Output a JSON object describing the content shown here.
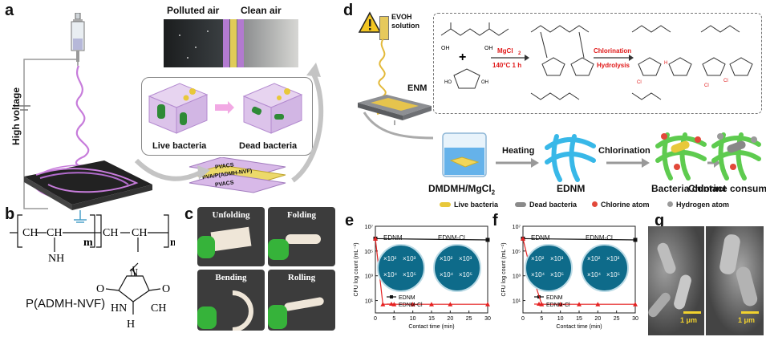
{
  "panels": {
    "a": {
      "label": "a",
      "side_label": "High voltage",
      "top_labels": {
        "polluted": "Polluted air",
        "clean": "Clean air"
      },
      "bacteria_labels": {
        "live": "Live bacteria",
        "dead": "Dead bacteria"
      },
      "layer_labels": [
        "PVACS",
        "PVA/P(ADMH-NVF)",
        "PVACS"
      ]
    },
    "b": {
      "label": "b",
      "formula_name": "P(ADMH-NVF)",
      "parts": {
        "ch2_a": "CH",
        "ch_a": "CH",
        "nh2": "NH",
        "m": "m",
        "ch2_b": "CH",
        "ch_b": "CH",
        "n": "n",
        "o1": "O",
        "o2": "O",
        "n_ring": "N",
        "hn": "HN",
        "ch3": "CH",
        "h3c": "H"
      }
    },
    "c": {
      "label": "c",
      "photos": [
        "Unfolding",
        "Folding",
        "Bending",
        "Rolling"
      ]
    },
    "d": {
      "label": "d",
      "solution": "EVOH solution",
      "membrane": "ENM",
      "reagent": "MgCl",
      "conditions": "140°C   1 h",
      "step2": "Chlorination",
      "step2b": "Hydrolysis",
      "flow": {
        "beaker": "DMDMH/MgCl",
        "heating": "Heating",
        "ednm": "EDNM",
        "chlorination": "Chlorination",
        "contact": "Bacteria contact",
        "consumed": "Chlorine consumed"
      },
      "legend": [
        "Live bacteria",
        "Dead bacteria",
        "Chlorine atom",
        "Hydrogen atom"
      ]
    },
    "e": {
      "label": "e",
      "petri_labels": [
        "EDNM",
        "EDNM-Cl"
      ],
      "dilutions": [
        "×10²",
        "×10³",
        "×10⁴",
        "×10⁵"
      ]
    },
    "f": {
      "label": "f",
      "petri_labels": [
        "EDNM",
        "EDNM-Cl"
      ],
      "dilutions": [
        "×10²",
        "×10³",
        "×10⁴",
        "×10⁵"
      ]
    },
    "g": {
      "label": "g",
      "scalebar": "1 μm"
    }
  },
  "chart_data": [
    {
      "type": "line",
      "id": "e",
      "xlabel": "Contact time (min)",
      "ylabel": "CFU log count (mL⁻¹)",
      "x_ticks": [
        "0",
        "5",
        "10",
        "15",
        "20",
        "25",
        "30"
      ],
      "y_ticks": [
        "10¹",
        "10³",
        "10⁵",
        "10⁷"
      ],
      "xlim": [
        0,
        30
      ],
      "ylim_log10": [
        0,
        7
      ],
      "series": [
        {
          "name": "EDNM",
          "marker": "square",
          "color": "#111111",
          "x": [
            0,
            30
          ],
          "y": [
            6.0,
            5.9
          ]
        },
        {
          "name": "EDNM-Cl",
          "marker": "triangle",
          "color": "#e52222",
          "x": [
            0,
            2,
            5,
            10,
            15,
            20,
            30
          ],
          "y": [
            6.0,
            0.7,
            0.7,
            0.7,
            0.7,
            0.7,
            0.7
          ]
        }
      ]
    },
    {
      "type": "line",
      "id": "f",
      "xlabel": "Contact time (min)",
      "ylabel": "CFU log count (mL⁻¹)",
      "x_ticks": [
        "0",
        "5",
        "10",
        "15",
        "20",
        "25",
        "30"
      ],
      "y_ticks": [
        "10¹",
        "10³",
        "10⁵",
        "10⁷"
      ],
      "xlim": [
        0,
        30
      ],
      "ylim_log10": [
        0,
        7
      ],
      "series": [
        {
          "name": "EDNM",
          "marker": "square",
          "color": "#111111",
          "x": [
            0,
            30
          ],
          "y": [
            6.0,
            5.9
          ]
        },
        {
          "name": "EDNM-Cl",
          "marker": "triangle",
          "color": "#e52222",
          "x": [
            0,
            2,
            5,
            10,
            15,
            20,
            30
          ],
          "y": [
            6.0,
            3.5,
            0.7,
            0.7,
            0.7,
            0.7,
            0.7
          ]
        }
      ]
    }
  ]
}
